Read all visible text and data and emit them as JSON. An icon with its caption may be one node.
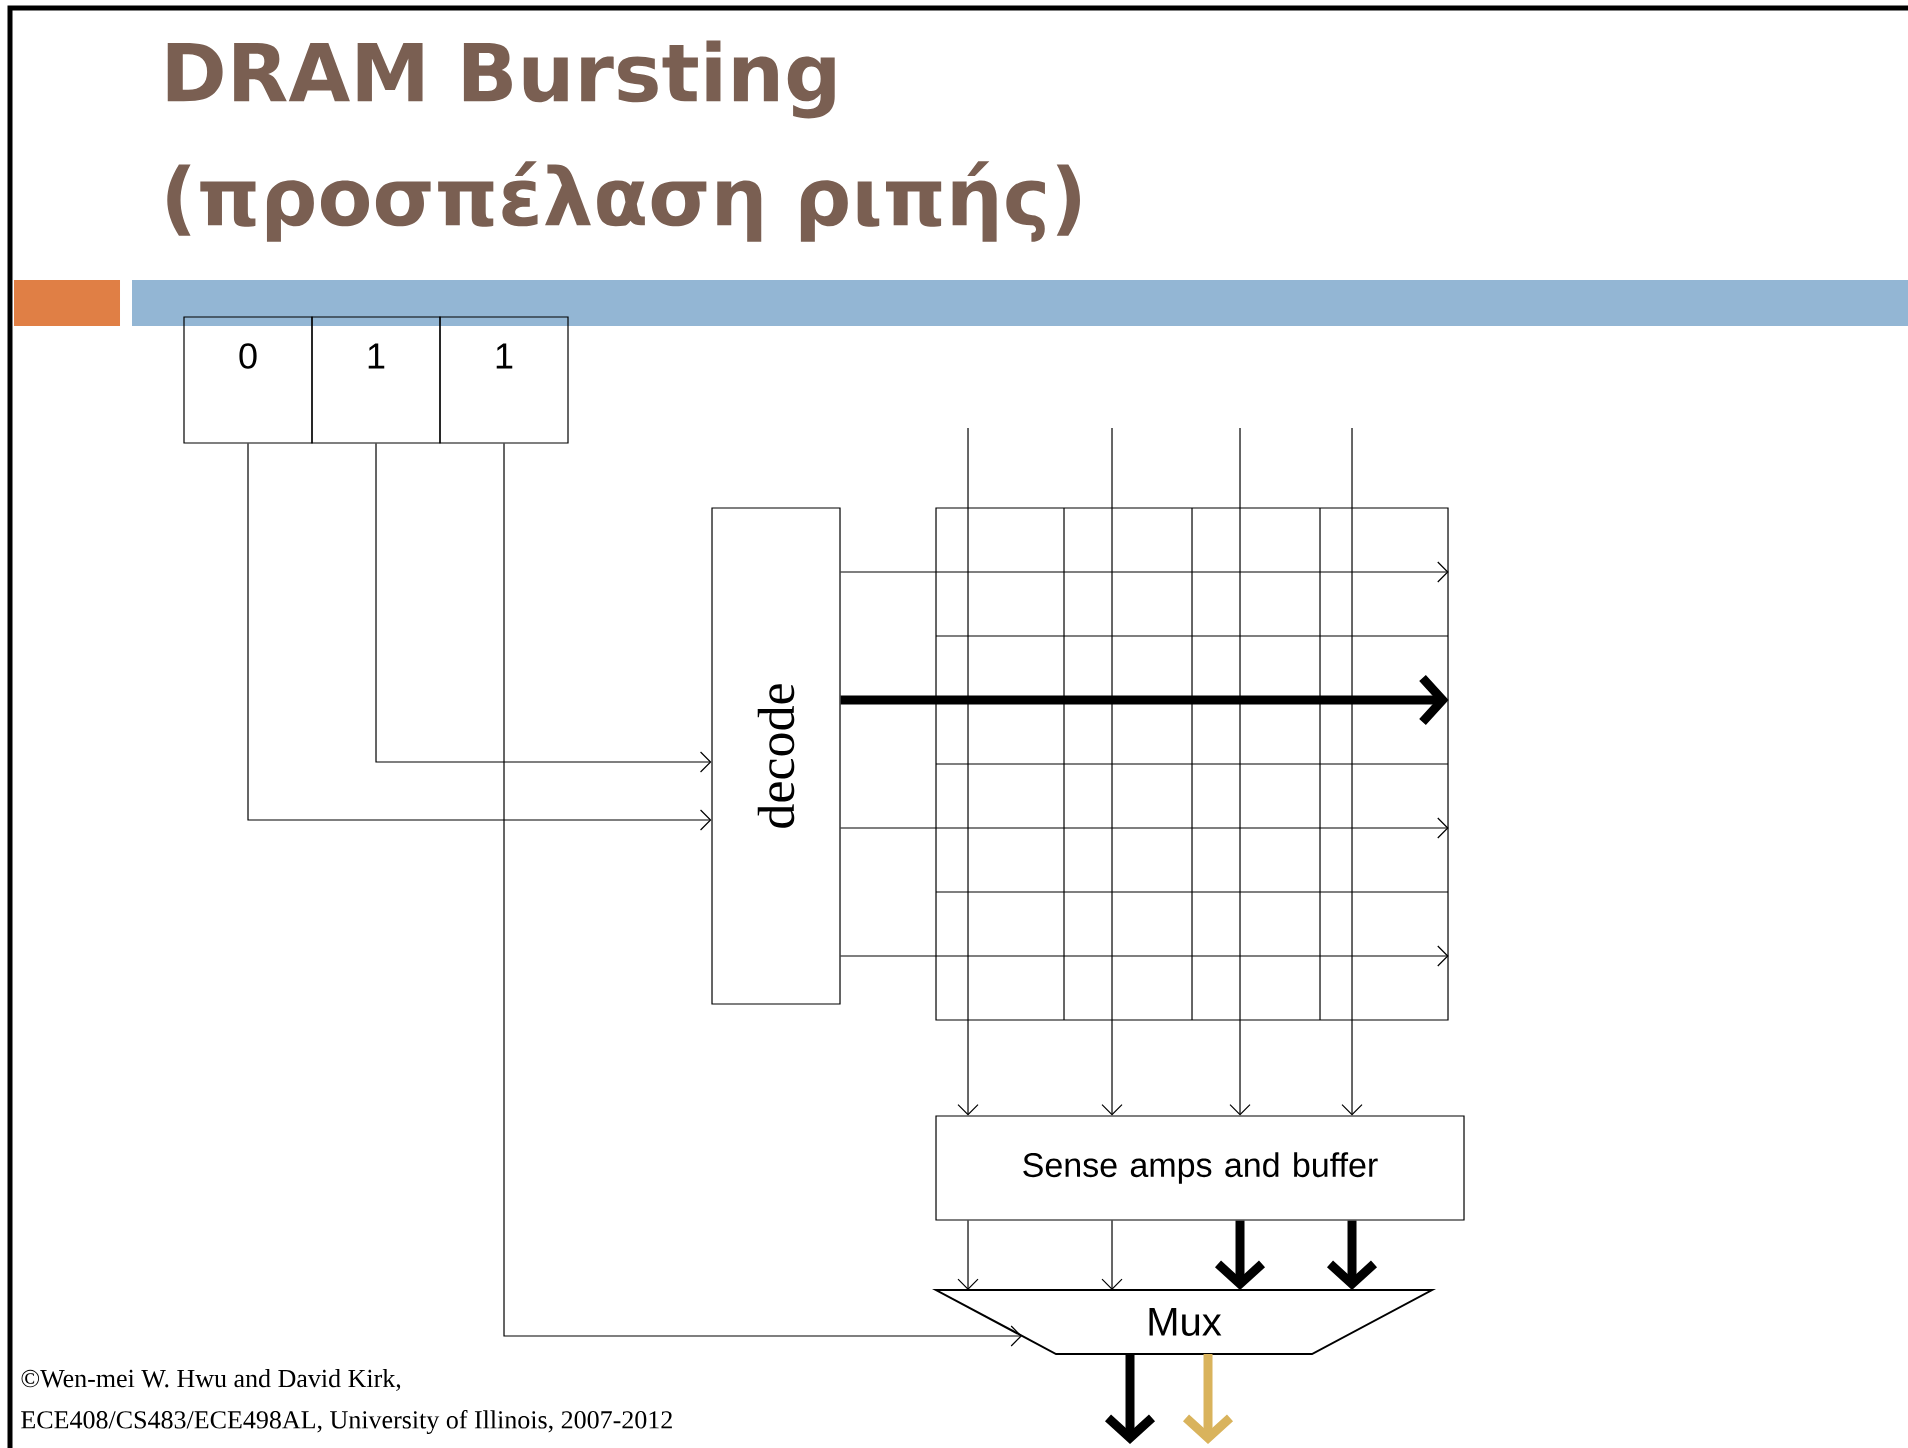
{
  "diagram": {
    "title": "DRAM Bursting (προσπέλαση ριπής)",
    "nodes": [
      {
        "text": [
          "0"
        ]
      },
      {
        "text": [
          "1"
        ]
      },
      {
        "text": [
          "1"
        ]
      },
      {
        "text": [
          "decode"
        ]
      },
      {
        "text": [],
        "shape": "box"
      },
      {
        "text": [
          "Sense amps and buffer"
        ]
      },
      {
        "text": [
          "Mux"
        ]
      }
    ],
    "edges": [
      {
        "from": 0,
        "to": 3,
        "arrow": "to"
      },
      {
        "from": 1,
        "to": 3,
        "arrow": "to"
      },
      {
        "from": 2,
        "to": 6,
        "arrow": "to"
      },
      {
        "from": 3,
        "to": 4,
        "arrow": "to"
      },
      {
        "from": 3,
        "to": 4,
        "arrow": "to",
        "style": "thick"
      },
      {
        "from": 3,
        "to": 4,
        "arrow": "to"
      },
      {
        "from": 3,
        "to": 4,
        "arrow": "to"
      },
      {
        "from": null,
        "to": 5,
        "arrow": "to"
      },
      {
        "from": null,
        "to": 5,
        "arrow": "to"
      },
      {
        "from": null,
        "to": 5,
        "arrow": "to"
      },
      {
        "from": null,
        "to": 5,
        "arrow": "to"
      },
      {
        "from": 5,
        "to": 6,
        "arrow": "to"
      },
      {
        "from": 5,
        "to": 6,
        "arrow": "to"
      },
      {
        "from": 5,
        "to": 6,
        "arrow": "to",
        "style": "thick"
      },
      {
        "from": 5,
        "to": 6,
        "arrow": "to",
        "style": "thick"
      },
      {
        "from": 6,
        "to": null,
        "arrow": "to",
        "style": "thick"
      },
      {
        "from": 6,
        "to": null,
        "arrow": "to",
        "style": "thick",
        "color": "#d9b35c"
      }
    ],
    "labels": [
      "©Wen-mei W. Hwu and David Kirk,",
      "ECE408/CS483/ECE498AL, University of Illinois, 2007-2012"
    ]
  }
}
